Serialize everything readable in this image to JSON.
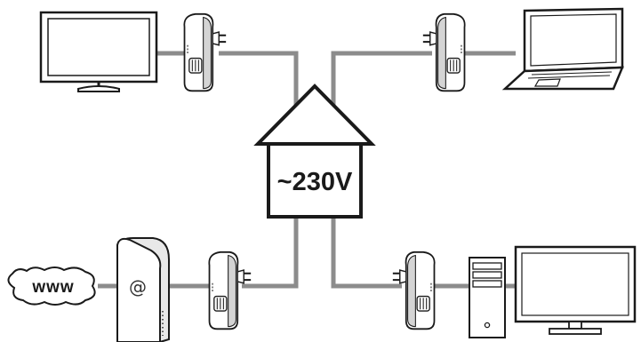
{
  "house": {
    "voltage_label": "~230V"
  },
  "internet": {
    "label": "www"
  },
  "router": {
    "symbol": "@"
  },
  "devices": [
    {
      "name": "tv",
      "icon": "tv-icon"
    },
    {
      "name": "laptop",
      "icon": "laptop-icon"
    },
    {
      "name": "desktop-computer",
      "icon": "desktop-computer-icon"
    },
    {
      "name": "router",
      "icon": "router-icon"
    }
  ],
  "adapters": [
    {
      "name": "powerline-adapter-tv"
    },
    {
      "name": "powerline-adapter-laptop"
    },
    {
      "name": "powerline-adapter-router"
    },
    {
      "name": "powerline-adapter-pc"
    }
  ],
  "colors": {
    "wire": "#8c8c8c",
    "outline": "#1a1a1a",
    "fill": "#ffffff",
    "adapter_shade": "#cfcfcf"
  }
}
